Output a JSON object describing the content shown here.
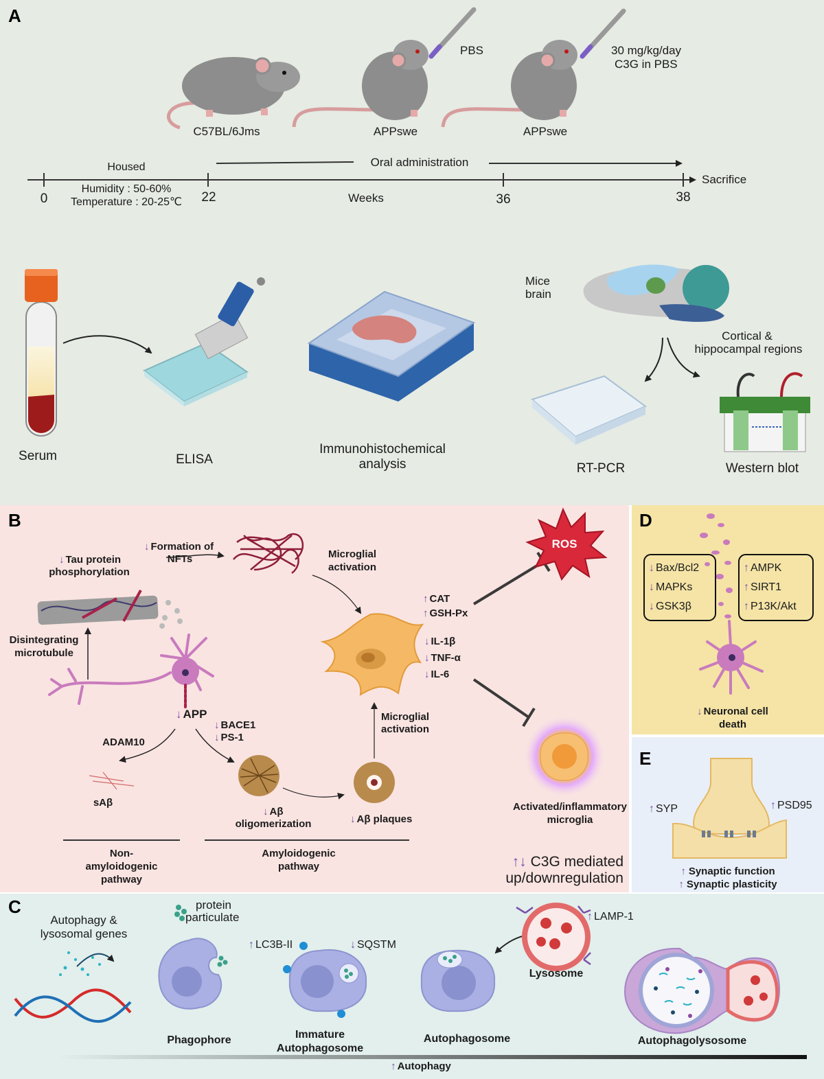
{
  "panels": {
    "a": "A",
    "b": "B",
    "c": "C",
    "d": "D",
    "e": "E"
  },
  "panel_a": {
    "mice": [
      "C57BL/6Jms",
      "APPswe",
      "APPswe"
    ],
    "pbs": "PBS",
    "dose_line1": "30 mg/kg/day",
    "dose_line2": "C3G in PBS",
    "timeline": {
      "housed": "Housed",
      "humidity": "Humidity : 50-60%",
      "temperature": "Temperature : 20-25℃",
      "oral": "Oral administration",
      "weeks": "Weeks",
      "sacrifice": "Sacrifice",
      "ticks": [
        "0",
        "22",
        "36",
        "38"
      ]
    },
    "mice_brain_1": "Mice",
    "mice_brain_2": "brain",
    "regions_1": "Cortical &",
    "regions_2": "hippocampal regions",
    "serum": "Serum",
    "elisa": "ELISA",
    "ihc_1": "Immunohistochemical",
    "ihc_2": "analysis",
    "rtpcr": "RT-PCR",
    "western": "Western blot",
    "colors": {
      "bg": "#e6ebe4",
      "mouse": "#8d8d8d",
      "tube_cap": "#e8621f",
      "blood": "#9e1b1b"
    }
  },
  "panel_b": {
    "tau_1": "Tau protein",
    "tau_2": "phosphorylation",
    "nft_1": "Formation of",
    "nft_2": "NFTs",
    "microglial_1": "Microglial",
    "microglial_2": "activation",
    "ros": "ROS",
    "cat": "CAT",
    "gsh": "GSH-Px",
    "il1b": "IL-1β",
    "tnf": "TNF-α",
    "il6": "IL-6",
    "disint_1": "Disintegrating",
    "disint_2": "microtubule",
    "app": "APP",
    "bace1": "BACE1",
    "ps1": "PS-1",
    "adam10": "ADAM10",
    "sab": "sAβ",
    "ab_olig_1": "Aβ",
    "ab_olig_2": "oligomerization",
    "ab_plaques": "Aβ plaques",
    "activ_1": "Activated/inflammatory",
    "activ_2": "microglia",
    "nonamy_1": "Non-",
    "nonamy_2": "amyloidogenic",
    "nonamy_3": "pathway",
    "amy_1": "Amyloidogenic",
    "amy_2": "pathway",
    "legend_1": "C3G mediated",
    "legend_2": "up/downregulation",
    "colors": {
      "bg": "#f9e4e1",
      "neuron": "#c97bbd",
      "microglia": "#f5b965",
      "ros": "#d8283a",
      "fibril": "#8e1d3a",
      "amyloid": "#9a6a2a"
    }
  },
  "panel_d": {
    "bax": "Bax/Bcl2",
    "mapks": "MAPKs",
    "gsk": "GSK3β",
    "ampk": "AMPK",
    "sirt1": "SIRT1",
    "p13k": "P13K/Akt",
    "death_1": "Neuronal cell",
    "death_2": "death",
    "colors": {
      "bg": "#f5e4a6"
    }
  },
  "panel_e": {
    "syp": "SYP",
    "psd95": "PSD95",
    "func": "Synaptic function",
    "plast": "Synaptic plasticity",
    "colors": {
      "bg": "#e9eff8",
      "synapse": "#f5dfa8"
    }
  },
  "panel_c": {
    "genes_1": "Autophagy &",
    "genes_2": "lysosomal genes",
    "protein_1": "protein",
    "protein_2": "particulate",
    "lc3": "LC3B-II",
    "sqstm": "SQSTM",
    "lamp": "LAMP-1",
    "lysosome": "Lysosome",
    "phagophore": "Phagophore",
    "immature_1": "Immature",
    "immature_2": "Autophagosome",
    "autophagosome": "Autophagosome",
    "autophagolysosome": "Autophagolysosome",
    "autophagy": "Autophagy",
    "colors": {
      "bg": "#e2efec",
      "cell": "#aab0e3",
      "lyso": "#e36a6a",
      "dna_red": "#d42b2b",
      "dna_blue": "#1f6fb5"
    }
  }
}
